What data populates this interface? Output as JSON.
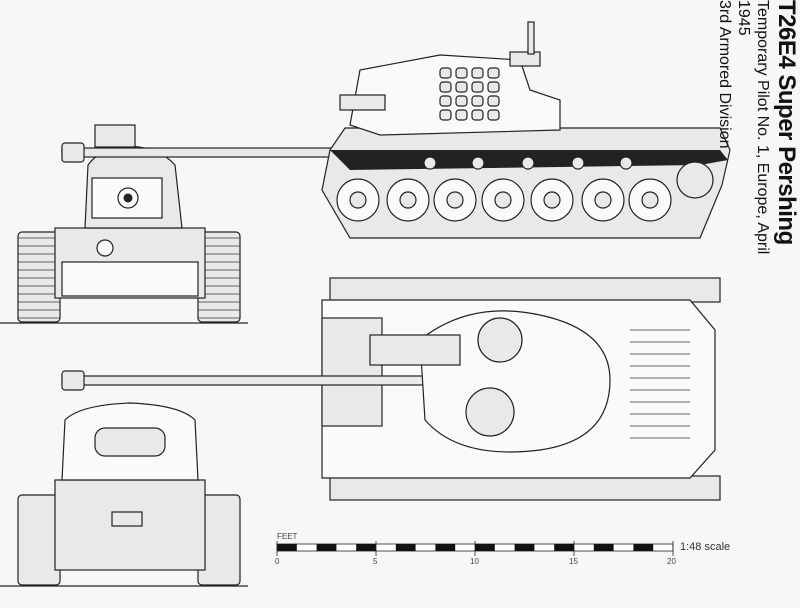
{
  "title": {
    "name": "T26E4 Super Pershing",
    "line1": "Temporary Pilot No. 1, Europe, April 1945",
    "line2": "3rd Armored Division"
  },
  "scale_bar": {
    "unit_label": "FEET",
    "ticks": [
      "0",
      "5",
      "10",
      "15",
      "20"
    ],
    "range_feet": [
      0,
      20
    ],
    "segments": 20,
    "scale_text": "1:48 scale"
  },
  "views": [
    "front",
    "side",
    "top",
    "rear"
  ],
  "colors": {
    "line": "#222222",
    "paper": "#f7f7f7",
    "fill": "#e9e9e9"
  }
}
